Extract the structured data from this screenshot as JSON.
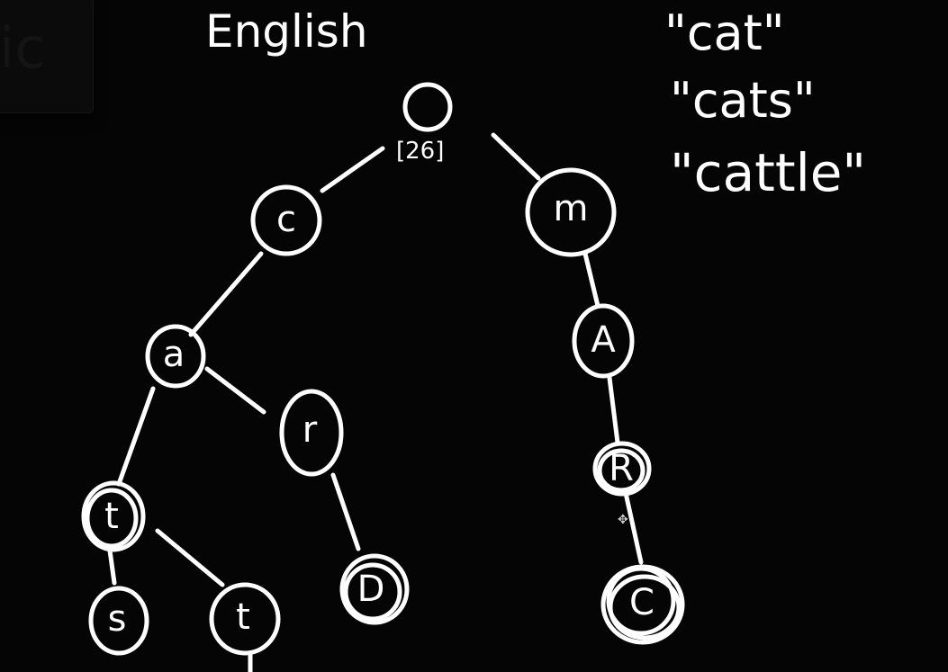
{
  "heading": "English",
  "words": [
    "\"cat\"",
    "\"cats\"",
    "\"cattle\""
  ],
  "root": {
    "label": "",
    "array_label": "[26]"
  },
  "nodes": {
    "c": "c",
    "m": "m",
    "a": "a",
    "r": "r",
    "A": "A",
    "t1": "t",
    "R": "R",
    "s": "s",
    "t2": "t",
    "D": "D",
    "C": "C"
  },
  "cursor_icon": "move-cursor-icon",
  "colors": {
    "background": "#050505",
    "chalk": "#ffffff"
  }
}
